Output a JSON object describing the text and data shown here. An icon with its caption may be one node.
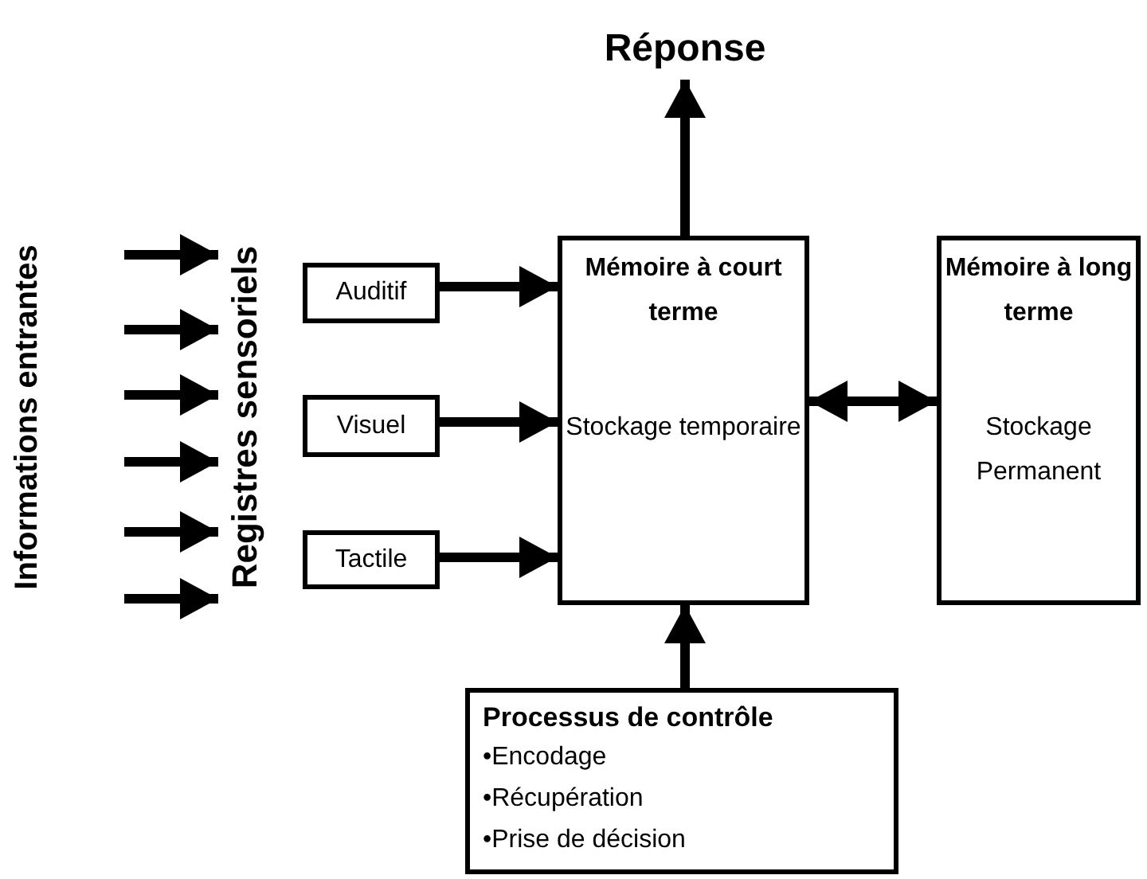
{
  "diagram": {
    "nodes": [
      {
        "text": [
          "Réponse"
        ]
      },
      {
        "text": [
          "Registres sensoriels"
        ]
      },
      {
        "text": [
          "Auditif"
        ]
      },
      {
        "text": [
          "Visuel"
        ]
      },
      {
        "text": [
          "Tactile"
        ]
      },
      {
        "text": [
          "Mémoire à court terme",
          "Stockage temporaire"
        ]
      },
      {
        "text": [
          "Mémoire à long terme",
          "Stockage Permanent"
        ]
      },
      {
        "text": [
          "Processus de contrôle",
          "•Encodage",
          "•Récupération",
          "•Prise de décision"
        ]
      }
    ],
    "edges": [
      {
        "from": null,
        "to": 1,
        "arrow": "to"
      },
      {
        "from": null,
        "to": 1,
        "arrow": "to"
      },
      {
        "from": null,
        "to": 1,
        "arrow": "to"
      },
      {
        "from": null,
        "to": 1,
        "arrow": "to"
      },
      {
        "from": null,
        "to": 1,
        "arrow": "to"
      },
      {
        "from": null,
        "to": 1,
        "arrow": "to"
      },
      {
        "from": 2,
        "to": 5,
        "arrow": "to"
      },
      {
        "from": 3,
        "to": 5,
        "arrow": "to"
      },
      {
        "from": 4,
        "to": 5,
        "arrow": "to"
      },
      {
        "from": 5,
        "to": 0,
        "arrow": "to"
      },
      {
        "from": 5,
        "to": 6,
        "arrow": "both"
      },
      {
        "from": 7,
        "to": 5,
        "arrow": "to"
      }
    ],
    "labels": [
      "Informations entrantes"
    ]
  }
}
